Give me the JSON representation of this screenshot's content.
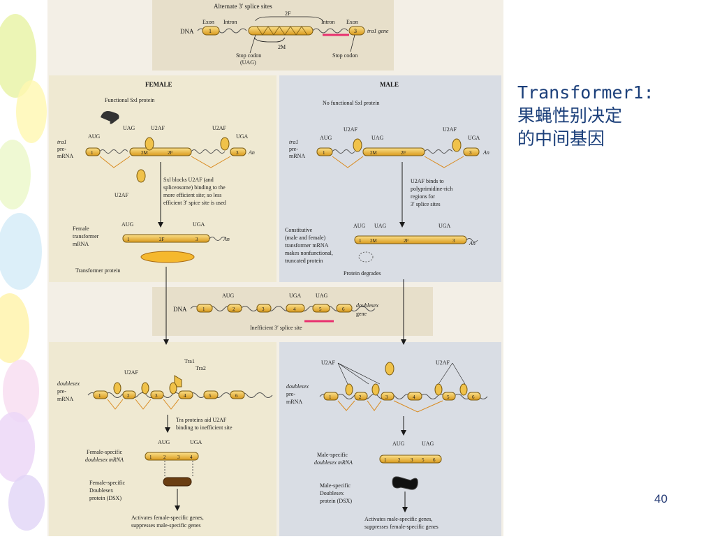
{
  "slide": {
    "title_line1": "Transformer1:",
    "title_line2": "果蝇性别决定",
    "title_line3": "的中间基因",
    "page_number": "40"
  },
  "figure": {
    "dna_top": {
      "heading": "Alternate 3′ splice sites",
      "label_2f": "2F",
      "label_2m": "2M",
      "exon_left": "Exon",
      "intron_left": "Intron",
      "intron_right": "Intron",
      "exon_right": "Exon",
      "dna_label": "DNA",
      "gene_label": "tra1 gene",
      "stop_left_line1": "Stop codon",
      "stop_left_line2": "(UAG)",
      "stop_right": "Stop codon"
    },
    "female": {
      "heading": "FEMALE",
      "sxl_label": "Functional Sxl protein",
      "pre_line1": "tra1",
      "pre_line2": "pre-",
      "pre_line3": "mRNA",
      "aug": "AUG",
      "uag": "UAG",
      "u2af_a": "U2AF",
      "u2af_b": "U2AF",
      "uga": "UGA",
      "u2af_c": "U2AF",
      "note_1": "Sxl blocks U2AF (and",
      "note_2": "spliceosome) binding to the",
      "note_3": "more efficient site; so less",
      "note_4": "efficient 3′ spice site is used",
      "mrna_line1": "Female",
      "mrna_line2": "transformer",
      "mrna_line3": "mRNA",
      "mrna_aug": "AUG",
      "mrna_uga": "UGA",
      "protein_label": "Transformer protein"
    },
    "male": {
      "heading": "MALE",
      "sxl_label": "No functional Sxl protein",
      "pre_line1": "tra1",
      "pre_line2": "pre-",
      "pre_line3": "mRNA",
      "u2af_a": "U2AF",
      "aug": "AUG",
      "uag": "UAG",
      "u2af_b": "U2AF",
      "uga": "UGA",
      "note_1": "U2AF binds to",
      "note_2": "polyprimidine-rich",
      "note_3": "regions for",
      "note_4": "3′ splice sites",
      "aug2": "AUG",
      "uag2": "UAG",
      "uga2": "UGA",
      "mrna_line1": "Constitutive",
      "mrna_line2": "(male and female)",
      "mrna_line3": "transformer mRNA",
      "mrna_line4": "makes nonfunctional,",
      "mrna_line5": "truncated protein",
      "degrade_label": "Protein degrades"
    },
    "dsx_gene": {
      "aug": "AUG",
      "uga": "UGA",
      "uag": "UAG",
      "dna_label": "DNA",
      "gene_line1": "doublesex",
      "gene_line2": "gene",
      "inefficient": "Inefficient 3′ splice site"
    },
    "female_dsx": {
      "tra1": "Tra1",
      "tra2": "Tra2",
      "u2af": "U2AF",
      "pre_line1": "doublesex",
      "pre_line2": "pre-",
      "pre_line3": "mRNA",
      "note_1": "Tra proteins aid U2AF",
      "note_2": "binding to inefficient site",
      "aug": "AUG",
      "uga": "UGA",
      "mrna_line1": "Female-specific",
      "mrna_line2": "doublesex mRNA",
      "protein_line1": "Female-specific",
      "protein_line2": "Doublesex",
      "protein_line3": "protein (DSX)",
      "result_1": "Activates female-specific genes,",
      "result_2": "suppresses male-specific genes"
    },
    "male_dsx": {
      "u2af_a": "U2AF",
      "u2af_b": "U2AF",
      "pre_line1": "doublesex",
      "pre_line2": "pre-",
      "pre_line3": "mRNA",
      "aug": "AUG",
      "uag": "UAG",
      "mrna_line1": "Male-specific",
      "mrna_line2": "doublesex mRNA",
      "protein_line1": "Male-specific",
      "protein_line2": "Doublesex",
      "protein_line3": "protein (DSX)",
      "result_1": "Activates male-specific genes,",
      "result_2": "suppresses female-specific genes"
    },
    "exons": {
      "e1": "1",
      "e2": "2",
      "e2f": "2F",
      "e2m": "2M",
      "e3": "3",
      "e4": "4",
      "e5": "5",
      "e6": "6",
      "poly_a": "An"
    }
  },
  "colors": {
    "title": "#1b3f7a",
    "exon": "#f0c24a",
    "highlight": "#e8306e",
    "panel_female": "#efe9d2",
    "panel_male": "#d9dde4"
  }
}
